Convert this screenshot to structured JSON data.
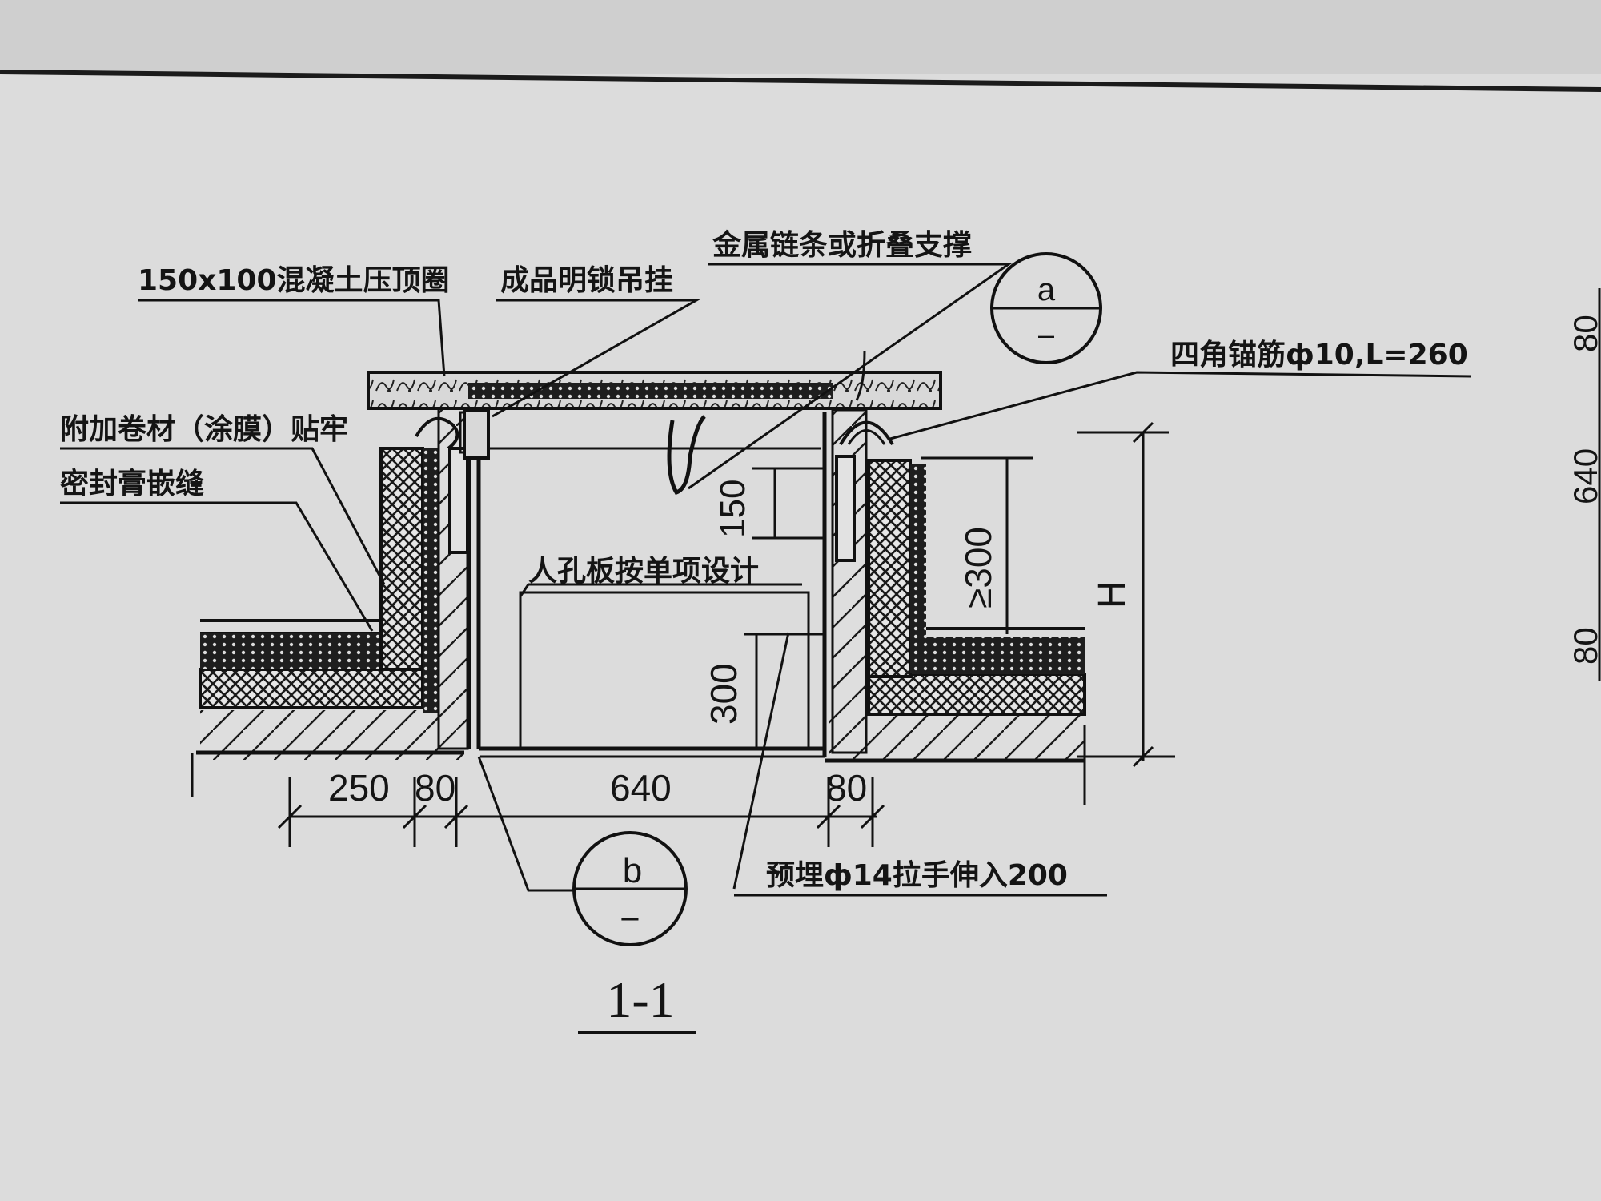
{
  "drawing": {
    "section_title": "1-1",
    "labels": {
      "concrete_ring": "150x100混凝土压顶圈",
      "lock_hanger": "成品明锁吊挂",
      "metal_chain": "金属链条或折叠支撑",
      "corner_anchor": "四角锚筋ф10,L=260",
      "extra_membrane": "附加卷材（涂膜）贴牢",
      "sealant": "密封膏嵌缝",
      "hatch_board": "人孔板按单项设计",
      "embedded_handle": "预埋ф14拉手伸入200"
    },
    "detail_markers": {
      "a": {
        "letter": "a",
        "sub": "–"
      },
      "b": {
        "letter": "b",
        "sub": "–"
      }
    },
    "dimensions": {
      "bottom": [
        "250",
        "80",
        "640",
        "80"
      ],
      "top_clear": "150",
      "inner_height": "300",
      "upstand": "≥300",
      "total_height": "H",
      "margin_top": "80",
      "margin_mid": "640",
      "margin_bottom": "80"
    }
  }
}
